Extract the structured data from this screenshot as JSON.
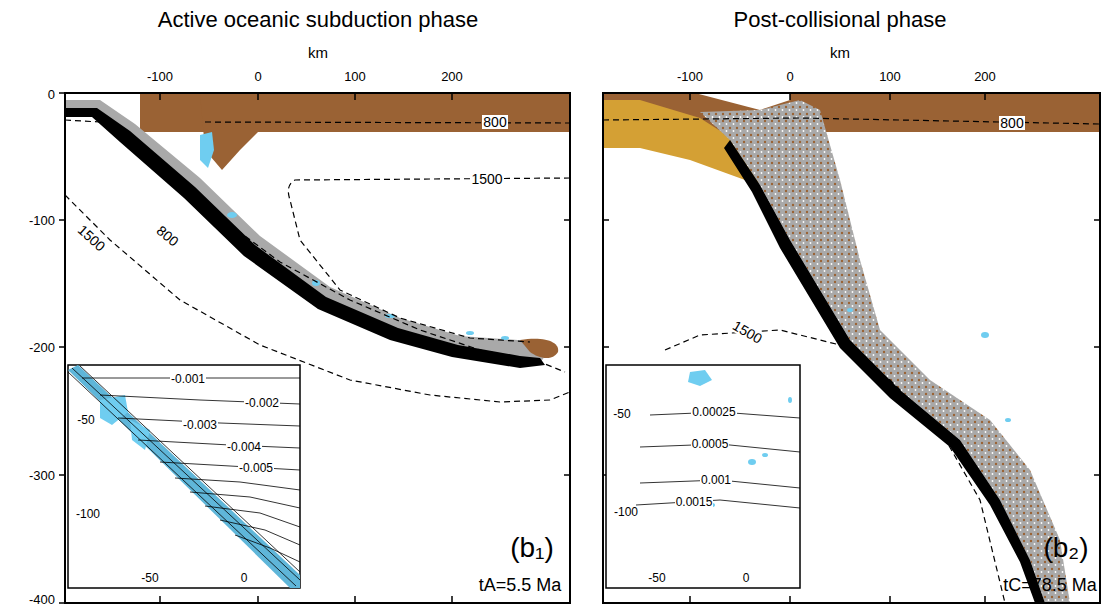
{
  "diagram": {
    "labels": [
      "Active oceanic subduction phase",
      "Post-collisional phase",
      "km",
      "km",
      "-100",
      "0",
      "100",
      "200",
      "-100",
      "0",
      "100",
      "200",
      "0",
      "-100",
      "-200",
      "-300",
      "-400",
      "800",
      "800",
      "1500",
      "1500",
      "800",
      "1500",
      "-0.001",
      "-0.002",
      "-0.003",
      "-0.004",
      "-0.005",
      "-50",
      "-100",
      "-50",
      "0",
      "0.00025",
      "0.0005",
      "0.001",
      "0.0015",
      "-50",
      "-100",
      "-50",
      "0",
      "(b₁)",
      "tA=5.5 Ma",
      "(b₂)",
      "tC=78.5 Ma"
    ]
  }
}
